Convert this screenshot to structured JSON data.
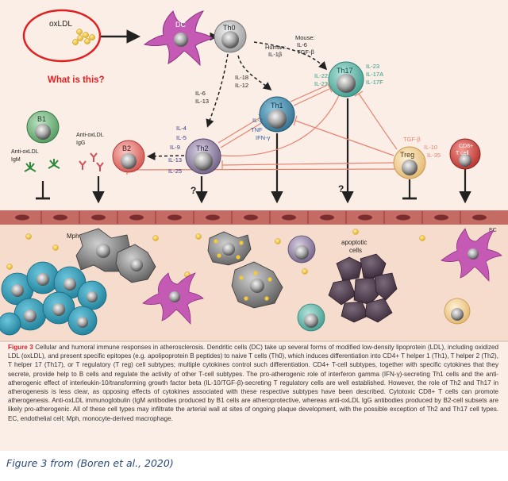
{
  "labels": {
    "oxldl": "oxLDL",
    "question": "What is this?",
    "dc": "DC",
    "th0": "Th0",
    "human": "Human:",
    "human_il1b": "IL-1β",
    "mouse": "Mouse:",
    "mouse_il6": "IL-6",
    "mouse_tgfb": "TGF-β",
    "il18": "IL-18",
    "il12": "IL-12",
    "il6": "IL-6",
    "il13": "IL-13",
    "th1": "Th1",
    "th1_il2": "IL-2",
    "th1_tnf": "TNF",
    "th1_ifng": "IFN-γ",
    "th17": "Th17",
    "il22": "IL-22",
    "il21": "IL-21",
    "il23": "IL-23",
    "il17a": "IL-17A",
    "il17f": "IL-17F",
    "th2": "Th2",
    "th2_il4": "IL-4",
    "th2_il5": "IL-5",
    "th2_il9": "IL-9",
    "th2_il13": "IL-13",
    "th2_il25": "IL-25",
    "b1": "B1",
    "b1_cap1": "Anti-oxLDL",
    "b1_cap2": "IgM",
    "b2": "B2",
    "b2_cap1": "Anti-oxLDL",
    "b2_cap2": "IgG",
    "treg": "Treg",
    "treg_tgfb": "TGF-β",
    "treg_il10": "IL-10",
    "treg_il35": "IL-35",
    "cd8_1": "CD8+",
    "cd8_2": "T cell",
    "q1": "?",
    "q2": "?",
    "ec": "EC",
    "mph": "Mph",
    "apoptotic1": "apoptotic",
    "apoptotic2": "cells"
  },
  "caption": {
    "fig_label": "Figure 3",
    "text": "Cellular and humoral immune responses in atherosclerosis. Dendritic cells (DC) take up several forms of modified low-density lipoprotein (LDL), including oxidized LDL (oxLDL), and present specific epitopes (e.g. apolipoprotein B peptides) to naive T cells (Th0), which induces differentiation into CD4+ T helper 1 (Th1), T helper 2 (Th2), T helper 17 (Th17), or T regulatory (T reg) cell subtypes; multiple cytokines control such differentiation. CD4+ T-cell subtypes, together with specific cytokines that they secrete, provide help to B cells and regulate the activity of other T-cell subtypes. The pro-atherogenic role of interferon gamma (IFN-γ)-secreting Th1 cells and the anti-atherogenic effect of interleukin-10/transforming growth factor beta (IL-10/TGF-β)-secreting T regulatory cells are well established. However, the role of Th2 and Th17 in atherogenesis is less clear, as opposing effects of cytokines associated with these respective subtypes have been described. Cytotoxic CD8+ T cells can promote atherogenesis. Anti-oxLDL immunoglobulin (IgM antibodies produced by B1 cells are atheroprotective, whereas anti-oxLDL IgG antibodies produced by B2-cell subsets are likely pro-atherogenic. All of these cell types may infiltrate the arterial wall at sites of ongoing plaque development, with the possible exception of Th2 and Th17 cell types. EC, endothelial cell; Mph, monocyte-derived macrophage."
  },
  "source": "Figure 3 from (Boren et al., 2020)",
  "colors": {
    "background": "#fbeee6",
    "th1": "#3f88a8",
    "th17": "#59b7a9",
    "th2": "#8f7fa0",
    "b1": "#6fb07a",
    "b2": "#e2736e",
    "treg": "#f3d49e",
    "cd8": "#d94b45",
    "dc": "#c45ab4",
    "highlight": "#e02020",
    "endothelium": "#b65a57"
  }
}
